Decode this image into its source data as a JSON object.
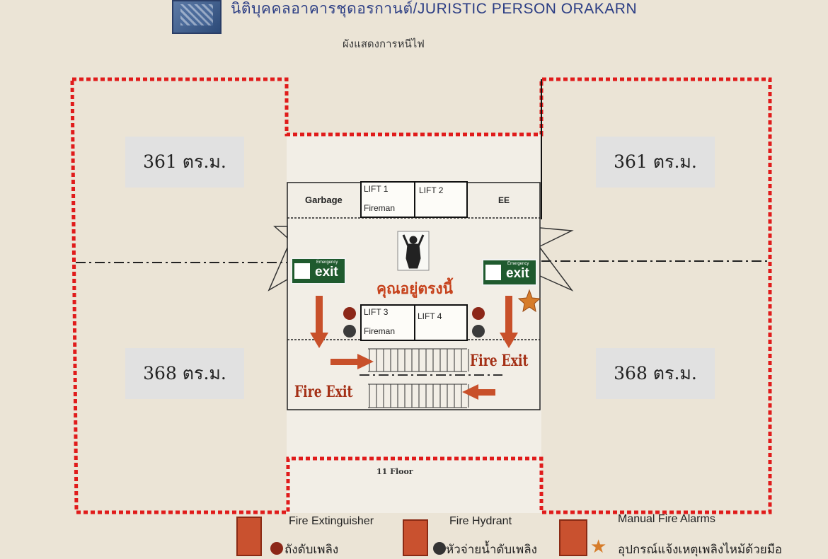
{
  "header": {
    "title": "นิติบุคคลอาคารชุดอรกานต์/JURISTIC PERSON ORAKARN",
    "plan_title": "ผังแสดงการหนีไฟ"
  },
  "areas": {
    "top_left": "361 ตร.ม.",
    "top_right": "361 ตร.ม.",
    "bottom_left": "368 ตร.ม.",
    "bottom_right": "368 ตร.ม."
  },
  "core": {
    "garbage": "Garbage",
    "lift1": "LIFT 1",
    "lift1_sub": "Fireman",
    "lift2": "LIFT 2",
    "ee": "EE",
    "lift3": "LIFT 3",
    "lift3_sub": "Fireman",
    "lift4": "LIFT 4",
    "you_are_here": "คุณอยู่ตรงนี้",
    "exit_small": "Emergency",
    "exit_big": "exit",
    "fire_exit": "Fire Exit",
    "floor": "11 Floor"
  },
  "legend": {
    "extinguisher_en": "Fire Extinguisher",
    "extinguisher_th": "ถังดับเพลิง",
    "hydrant_en": "Fire Hydrant",
    "hydrant_th": "หัวจ่ายน้ำดับเพลิง",
    "alarm_en": "Manual Fire Alarms",
    "alarm_th": "อุปกรณ์แจ้งเหตุเพลิงไหม้ด้วยมือ"
  },
  "colors": {
    "boundary": "#e01b1b",
    "arrow": "#c8502a",
    "exit_sign": "#1f5a2e"
  }
}
